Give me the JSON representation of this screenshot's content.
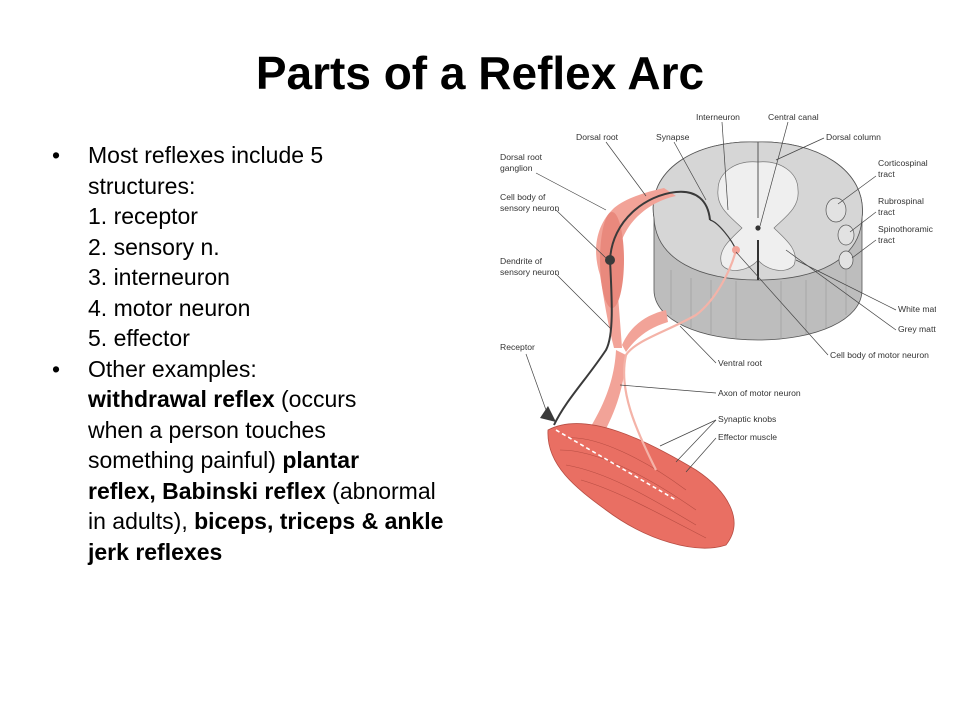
{
  "slide": {
    "title": "Parts of a Reflex Arc",
    "bullet_symbol": "•",
    "bullets": [
      {
        "lines": [
          [
            {
              "text": "Most reflexes include 5",
              "bold": false
            }
          ],
          [
            {
              "text": "structures:",
              "bold": false
            }
          ],
          [
            {
              "text": "1. receptor",
              "bold": false
            }
          ],
          [
            {
              "text": "2. sensory n.",
              "bold": false
            }
          ],
          [
            {
              "text": "3. interneuron",
              "bold": false
            }
          ],
          [
            {
              "text": "4. motor neuron",
              "bold": false
            }
          ],
          [
            {
              "text": "5. effector",
              "bold": false
            }
          ]
        ]
      },
      {
        "lines": [
          [
            {
              "text": "Other examples:",
              "bold": false
            }
          ],
          [
            {
              "text": "withdrawal reflex",
              "bold": true
            },
            {
              "text": " (occurs",
              "bold": false
            }
          ],
          [
            {
              "text": "when a person touches",
              "bold": false
            }
          ],
          [
            {
              "text": "something painful) ",
              "bold": false
            },
            {
              "text": "plantar",
              "bold": true
            }
          ],
          [
            {
              "text": "reflex, Babinski reflex",
              "bold": true
            },
            {
              "text": " (abnormal",
              "bold": false
            }
          ],
          [
            {
              "text": "in adults), ",
              "bold": false
            },
            {
              "text": "biceps, triceps & ankle",
              "bold": true
            }
          ],
          [
            {
              "text": "jerk reflexes",
              "bold": true
            }
          ]
        ]
      }
    ]
  },
  "diagram": {
    "labels": {
      "interneuron": "Interneuron",
      "central_canal": "Central canal",
      "dorsal_root": "Dorsal root",
      "synapse": "Synapse",
      "dorsal_column": "Dorsal column",
      "dorsal_root_ganglion_1": "Dorsal root",
      "dorsal_root_ganglion_2": "ganglion",
      "corticospinal_1": "Corticospinal",
      "corticospinal_2": "tract",
      "cell_body_sensory_1": "Cell body of",
      "cell_body_sensory_2": "sensory neuron",
      "rubrospinal_1": "Rubrospinal",
      "rubrospinal_2": "tract",
      "spinothalamic_1": "Spinothoramic",
      "spinothalamic_2": "tract",
      "dendrite_1": "Dendrite of",
      "dendrite_2": "sensory neuron",
      "white_matter": "White matter",
      "grey_matter": "Grey matter",
      "receptor": "Receptor",
      "cell_body_motor": "Cell body of motor neuron",
      "ventral_root": "Ventral root",
      "axon_motor": "Axon of motor neuron",
      "synaptic_knobs": "Synaptic knobs",
      "effector_muscle": "Effector muscle"
    },
    "colors": {
      "nerve_pink": "#f2a398",
      "muscle_red": "#e96f63",
      "cord_grey": "#d6d6d6",
      "grey_matter": "#efefef",
      "neuron_dark": "#3a3a3a"
    }
  }
}
